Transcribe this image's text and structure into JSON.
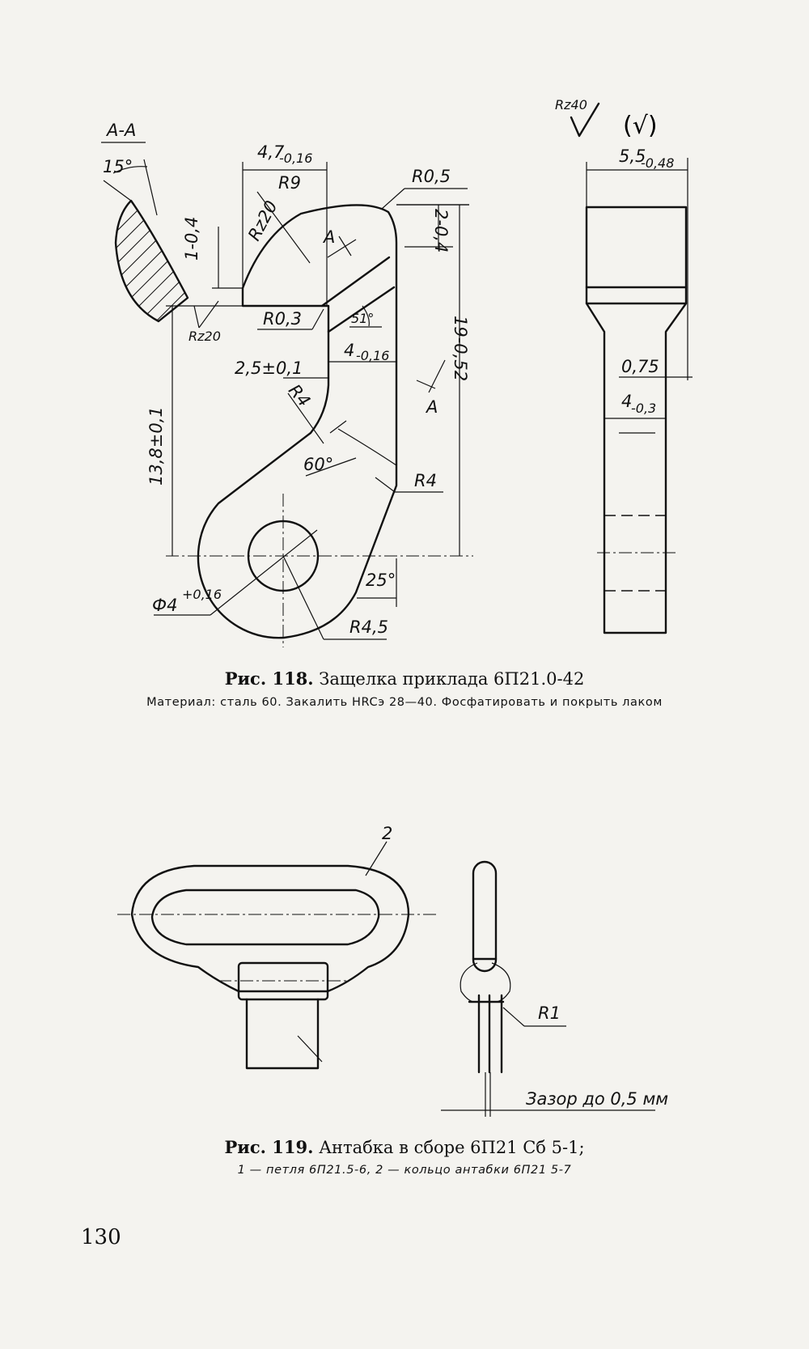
{
  "figure1": {
    "caption_number": "Рис. 118.",
    "caption_title": "Защелка приклада 6П21.0-42",
    "caption_material": "Материал: сталь 60. Закалить HRCэ 28—40. Фосфатировать и покрыть лаком",
    "section_label": "А-А",
    "dims": {
      "angle15": "15°",
      "w47": "4,7",
      "w47_tol": "-0,16",
      "r9": "R9",
      "rz20_top": "Rz20",
      "r05": "R0,5",
      "h1": "1-0,4",
      "h2": "2-0,4",
      "sec_a_upper": "A",
      "rz20_left": "Rz20",
      "r03": "R0,3",
      "a51": "51°",
      "w4": "4",
      "w4_tol": "-0,16",
      "w25": "2,5±0,1",
      "h19": "19-0,52",
      "sec_a_lower": "A",
      "r4_inner": "R4",
      "h138": "13,8±0,1",
      "a60": "60°",
      "r4_outer": "R4",
      "a25": "25°",
      "phi4": "Ф4",
      "phi4_tol": "+0,16",
      "r45": "R4,5"
    },
    "side": {
      "roughness": "Rz40",
      "roughness_paren": "(√)",
      "w55": "5,5",
      "w55_tol": "-0,48",
      "t075": "0,75",
      "w4": "4",
      "w4_tol": "-0,3"
    }
  },
  "figure2": {
    "caption_number": "Рис. 119.",
    "caption_title": "Антабка в сборе 6П21 Сб 5-1;",
    "caption_legend": "1 — петля 6П21.5-6, 2 — кольцо антабки 6П21 5-7",
    "leader2": "2",
    "r1": "R1",
    "gap": "Зазор до 0,5 мм"
  },
  "page_number": "130"
}
